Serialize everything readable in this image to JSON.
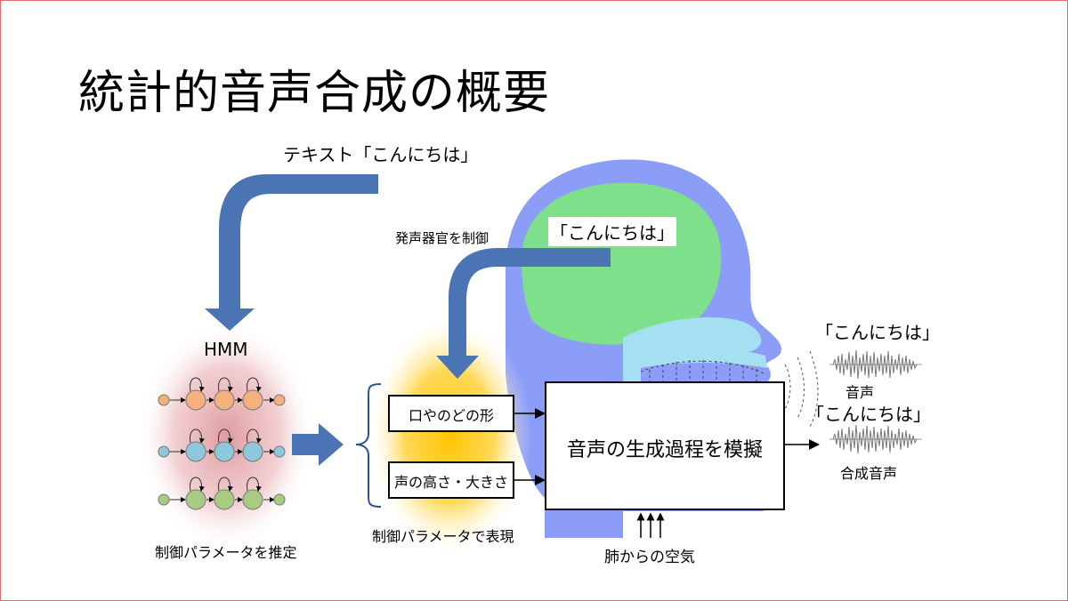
{
  "slide": {
    "title": "統計的音声合成の概要"
  },
  "diagram": {
    "text_input": "テキスト「こんにちは」",
    "organ_control": "発声器官を制御",
    "brain_text": "「こんにちは」",
    "hmm_label": "HMM",
    "hmm_caption": "制御パラメータを推定",
    "param_mouth": "口やのどの形",
    "param_voice": "声の高さ・大きさ",
    "param_caption": "制御パラメータで表現",
    "process_box": "音声の生成過程を模擬",
    "air_caption": "肺からの空気",
    "speech_text": "「こんにちは」",
    "speech_label": "音声",
    "synth_text": "「こんにちは」",
    "synth_label": "合成音声"
  },
  "colors": {
    "arrow_blue": "#4a74b3",
    "head_blue": "#8c9df7",
    "brain_green": "#7ee08a",
    "throat_cyan": "#a4e0f2",
    "glow_yellow": "#ffcc00",
    "glow_pink": "#d98a8f",
    "node_orange": "#f5b07e",
    "node_blue": "#8ec8dc",
    "node_green": "#a8cc82"
  }
}
